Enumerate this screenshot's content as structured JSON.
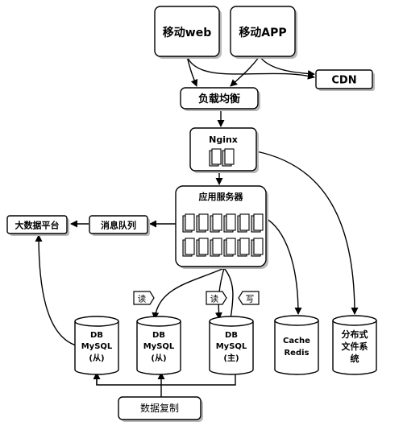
{
  "nodes": {
    "mobile_web": "移动web",
    "mobile_app": "移动APP",
    "cdn": "CDN",
    "load_balancer": "负载均衡",
    "nginx": "Nginx",
    "app_server": "应用服务器",
    "message_queue": "消息队列",
    "big_data_platform": "大数据平台",
    "db1": [
      "DB",
      "MySQL",
      "(从)"
    ],
    "db2": [
      "DB",
      "MySQL",
      "(从)"
    ],
    "db3": [
      "DB",
      "MySQL",
      "(主)"
    ],
    "cache": [
      "Cache",
      "Redis"
    ],
    "dfs": [
      "分布式",
      "文件系",
      "统"
    ],
    "data_replication": "数据复制"
  },
  "tags": {
    "read_1": "读",
    "read_2": "读",
    "write": "写"
  }
}
